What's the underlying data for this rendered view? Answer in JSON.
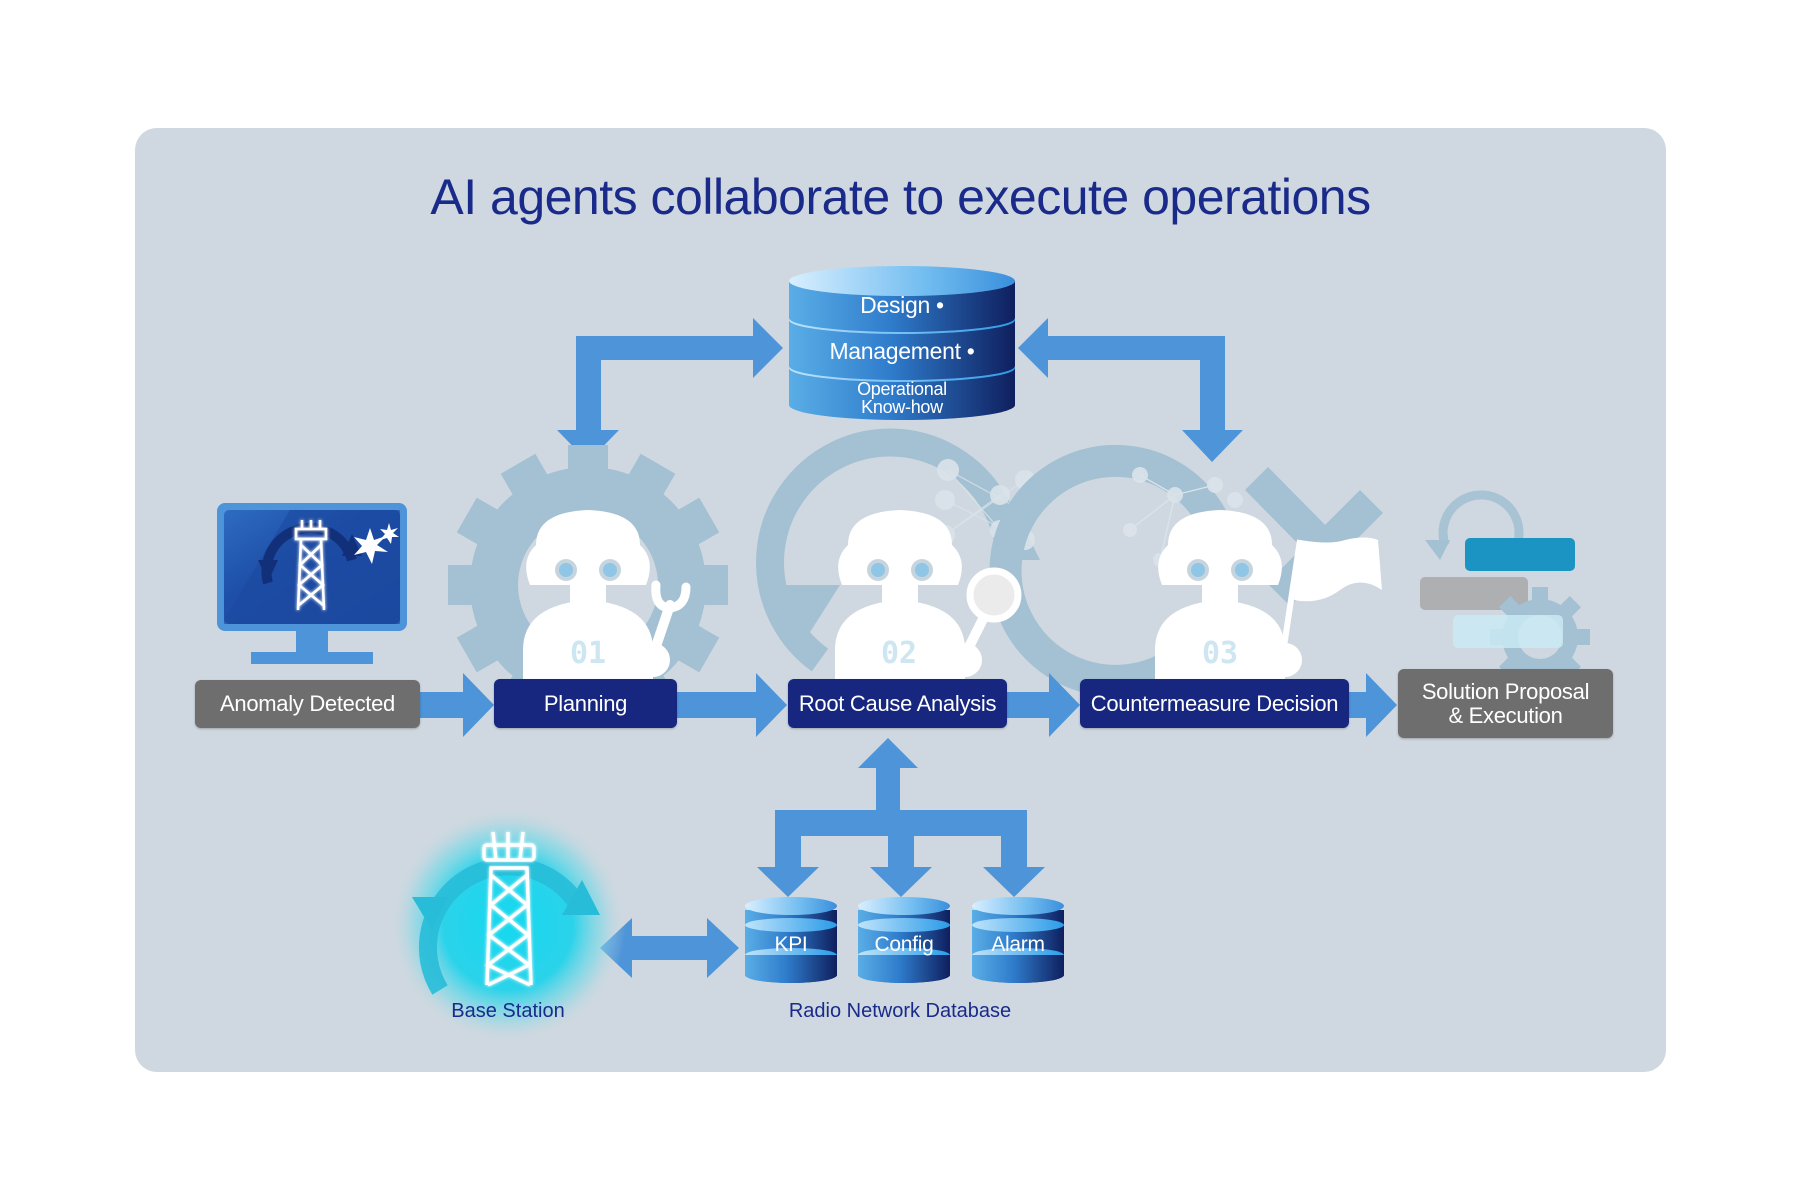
{
  "title": "AI agents collaborate to execute operations",
  "knowledge_db": {
    "layers": [
      "Design •",
      "Management •",
      "Operational Know-how"
    ],
    "layer_line1": "Operational",
    "layer_line2": "Know-how"
  },
  "flow": {
    "start": "Anomaly Detected",
    "agents": [
      {
        "number": "01",
        "label": "Planning",
        "tool": "wrench"
      },
      {
        "number": "02",
        "label": "Root Cause Analysis",
        "tool": "magnifier"
      },
      {
        "number": "03",
        "label": "Countermeasure Decision",
        "tool": "flag"
      }
    ],
    "end_line1": "Solution Proposal",
    "end_line2": "& Execution"
  },
  "radio_db": {
    "caption": "Radio Network Database",
    "items": [
      "KPI",
      "Config",
      "Alarm"
    ]
  },
  "base_station": {
    "caption": "Base Station"
  },
  "colors": {
    "panel": "#cfd8e0",
    "title": "#1a2a8a",
    "arrow": "#4d94d9",
    "agent_box": "#17277f",
    "terminal_box": "#6e6e6e",
    "glow": "#22d6ec"
  }
}
